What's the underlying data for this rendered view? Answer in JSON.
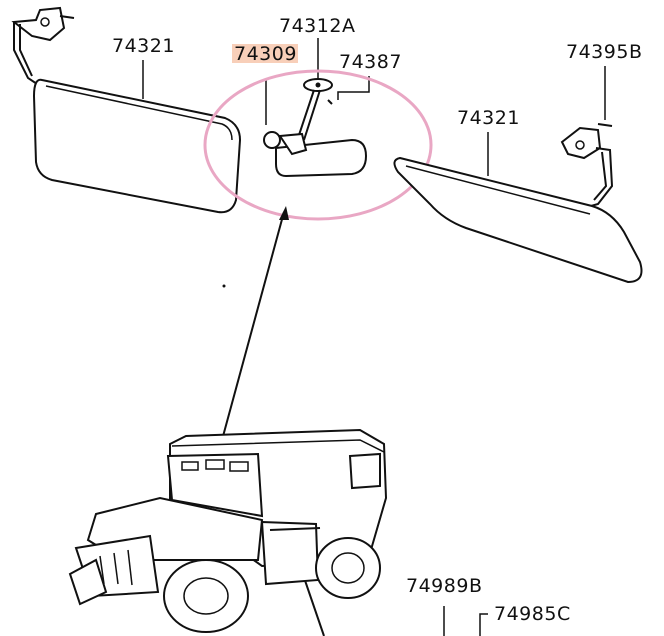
{
  "labels": {
    "sun_visor_left": "74321",
    "mirror_bracket": "74312A",
    "rear_view_mirror": "74309",
    "mirror_screw": "74387",
    "visor_screw": "74395B",
    "sun_visor_right": "74321",
    "bottom_part_1": "74989B",
    "bottom_part_2": "74985C"
  },
  "colors": {
    "highlight_circle": "#e9a7c4",
    "highlight_box": "#f6c3a8",
    "ink": "#111111"
  }
}
